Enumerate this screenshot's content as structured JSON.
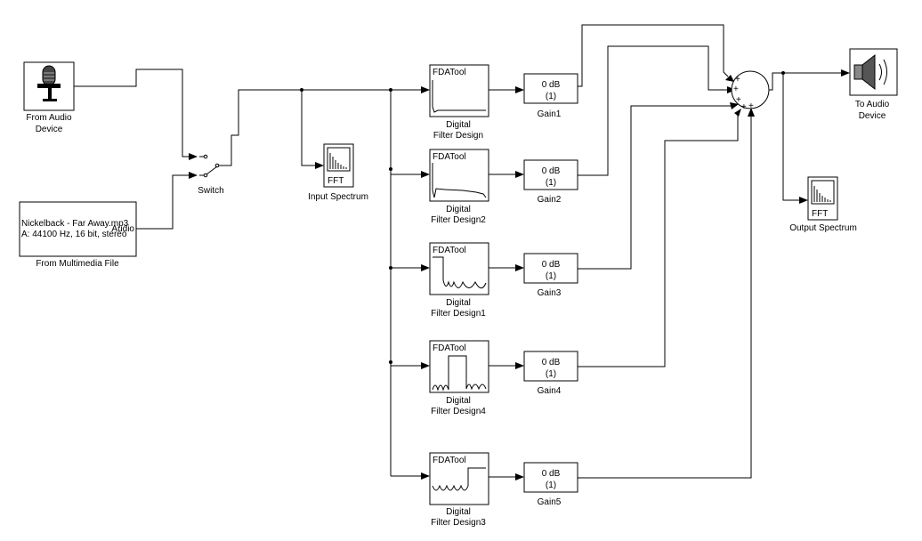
{
  "blocks": {
    "audio_in": {
      "label_1": "From Audio",
      "label_2": "Device"
    },
    "mm_file": {
      "line_1": "Nickelback - Far Away.mp3",
      "line_2": "A: 44100 Hz, 16 bit, stereo",
      "port": "Audio",
      "label": "From Multimedia File"
    },
    "switch": {
      "label": "Switch"
    },
    "input_spectrum": {
      "icon_text": "FFT",
      "label": "Input Spectrum"
    },
    "output_spectrum": {
      "icon_text": "FFT",
      "label": "Output Spectrum"
    },
    "audio_out": {
      "label_1": "To Audio",
      "label_2": "Device"
    },
    "filters": [
      {
        "title": "FDATool",
        "label_1": "Digital",
        "label_2": "Filter Design"
      },
      {
        "title": "FDATool",
        "label_1": "Digital",
        "label_2": "Filter Design2"
      },
      {
        "title": "FDATool",
        "label_1": "Digital",
        "label_2": "Filter Design1"
      },
      {
        "title": "FDATool",
        "label_1": "Digital",
        "label_2": "Filter Design4"
      },
      {
        "title": "FDATool",
        "label_1": "Digital",
        "label_2": "Filter Design3"
      }
    ],
    "gains": [
      {
        "value": "0 dB",
        "sub": "(1)",
        "label": "Gain1"
      },
      {
        "value": "0 dB",
        "sub": "(1)",
        "label": "Gain2"
      },
      {
        "value": "0 dB",
        "sub": "(1)",
        "label": "Gain3"
      },
      {
        "value": "0 dB",
        "sub": "(1)",
        "label": "Gain4"
      },
      {
        "value": "0 dB",
        "sub": "(1)",
        "label": "Gain5"
      }
    ],
    "sum": {
      "signs": [
        "+",
        "+",
        "+",
        "+",
        "+"
      ]
    }
  },
  "icons": {
    "audio_in": "microphone-icon",
    "audio_out": "speaker-icon",
    "spectrum": "fft-bars-icon"
  },
  "colors": {
    "line": "#000000",
    "background": "#ffffff"
  }
}
